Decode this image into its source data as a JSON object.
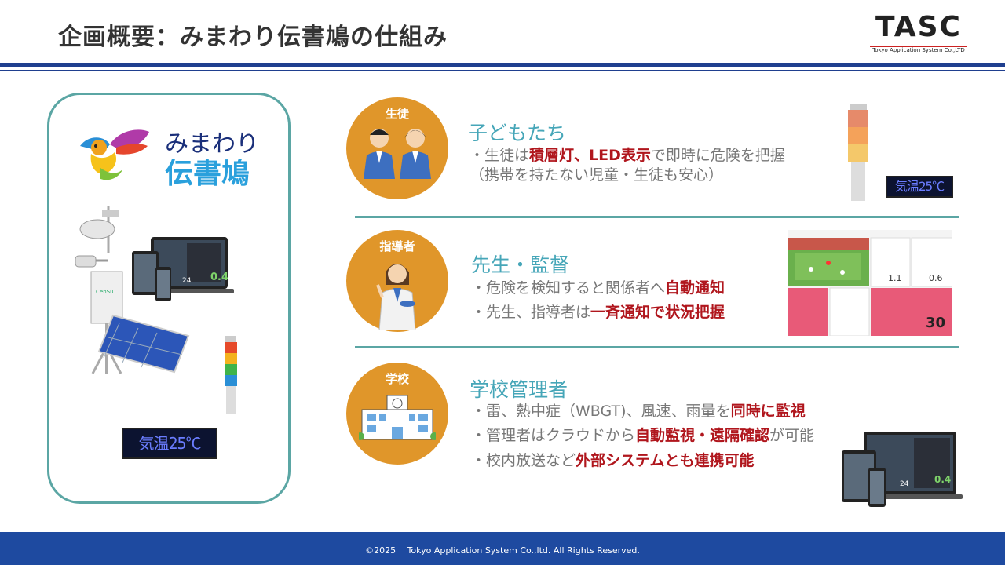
{
  "header": {
    "title": "企画概要：みまわり伝書鳩の仕組み",
    "logo_text": "TASC",
    "logo_subtitle": "Tokyo Application System Co.,LTD"
  },
  "product": {
    "brand_line1": "みまわり",
    "brand_line2": "伝書鳩",
    "device_brand": "CenSu",
    "led_display": "気温25℃",
    "screen_value_big": "0.4",
    "screen_value_small": "24"
  },
  "sections": [
    {
      "badge": "生徒",
      "title": "子どもたち",
      "lines": [
        [
          {
            "t": "・生徒は"
          },
          {
            "t": "積層灯、LED表示",
            "hl": true
          },
          {
            "t": "で即時に危険を把握"
          }
        ],
        [
          {
            "t": "（携帯を持たない児童・生徒も安心）"
          }
        ]
      ],
      "led_display": "気温25℃"
    },
    {
      "badge": "指導者",
      "title": "先生・監督",
      "lines": [
        [
          {
            "t": "・危険を検知すると関係者へ"
          },
          {
            "t": "自動通知",
            "hl": true
          }
        ],
        [
          {
            "t": "・先生、指導者は"
          },
          {
            "t": "一斉通知で状況把握",
            "hl": true
          }
        ]
      ],
      "dashboard_values": [
        "1.1",
        "0.6",
        "30"
      ]
    },
    {
      "badge": "学校",
      "title": "学校管理者",
      "lines": [
        [
          {
            "t": "・雷、熱中症（WBGT)、風速、雨量を"
          },
          {
            "t": "同時に監視",
            "hl": true
          }
        ],
        [
          {
            "t": "・管理者はクラウドから"
          },
          {
            "t": "自動監視・遠隔確認",
            "hl": true
          },
          {
            "t": "が可能"
          }
        ],
        [
          {
            "t": "・校内放送など"
          },
          {
            "t": "外部システムとも連携可能",
            "hl": true
          }
        ]
      ],
      "screen_value_big": "0.4",
      "screen_value_small": "24"
    }
  ],
  "footer": {
    "copyright": "©2025　 Tokyo Application System Co.,ltd. All Rights Reserved."
  },
  "colors": {
    "navy": "#1f3f8f",
    "teal": "#5ba6a4",
    "orange": "#e0962a",
    "highlight_red": "#b0161d",
    "footer": "#1e4aa0"
  }
}
